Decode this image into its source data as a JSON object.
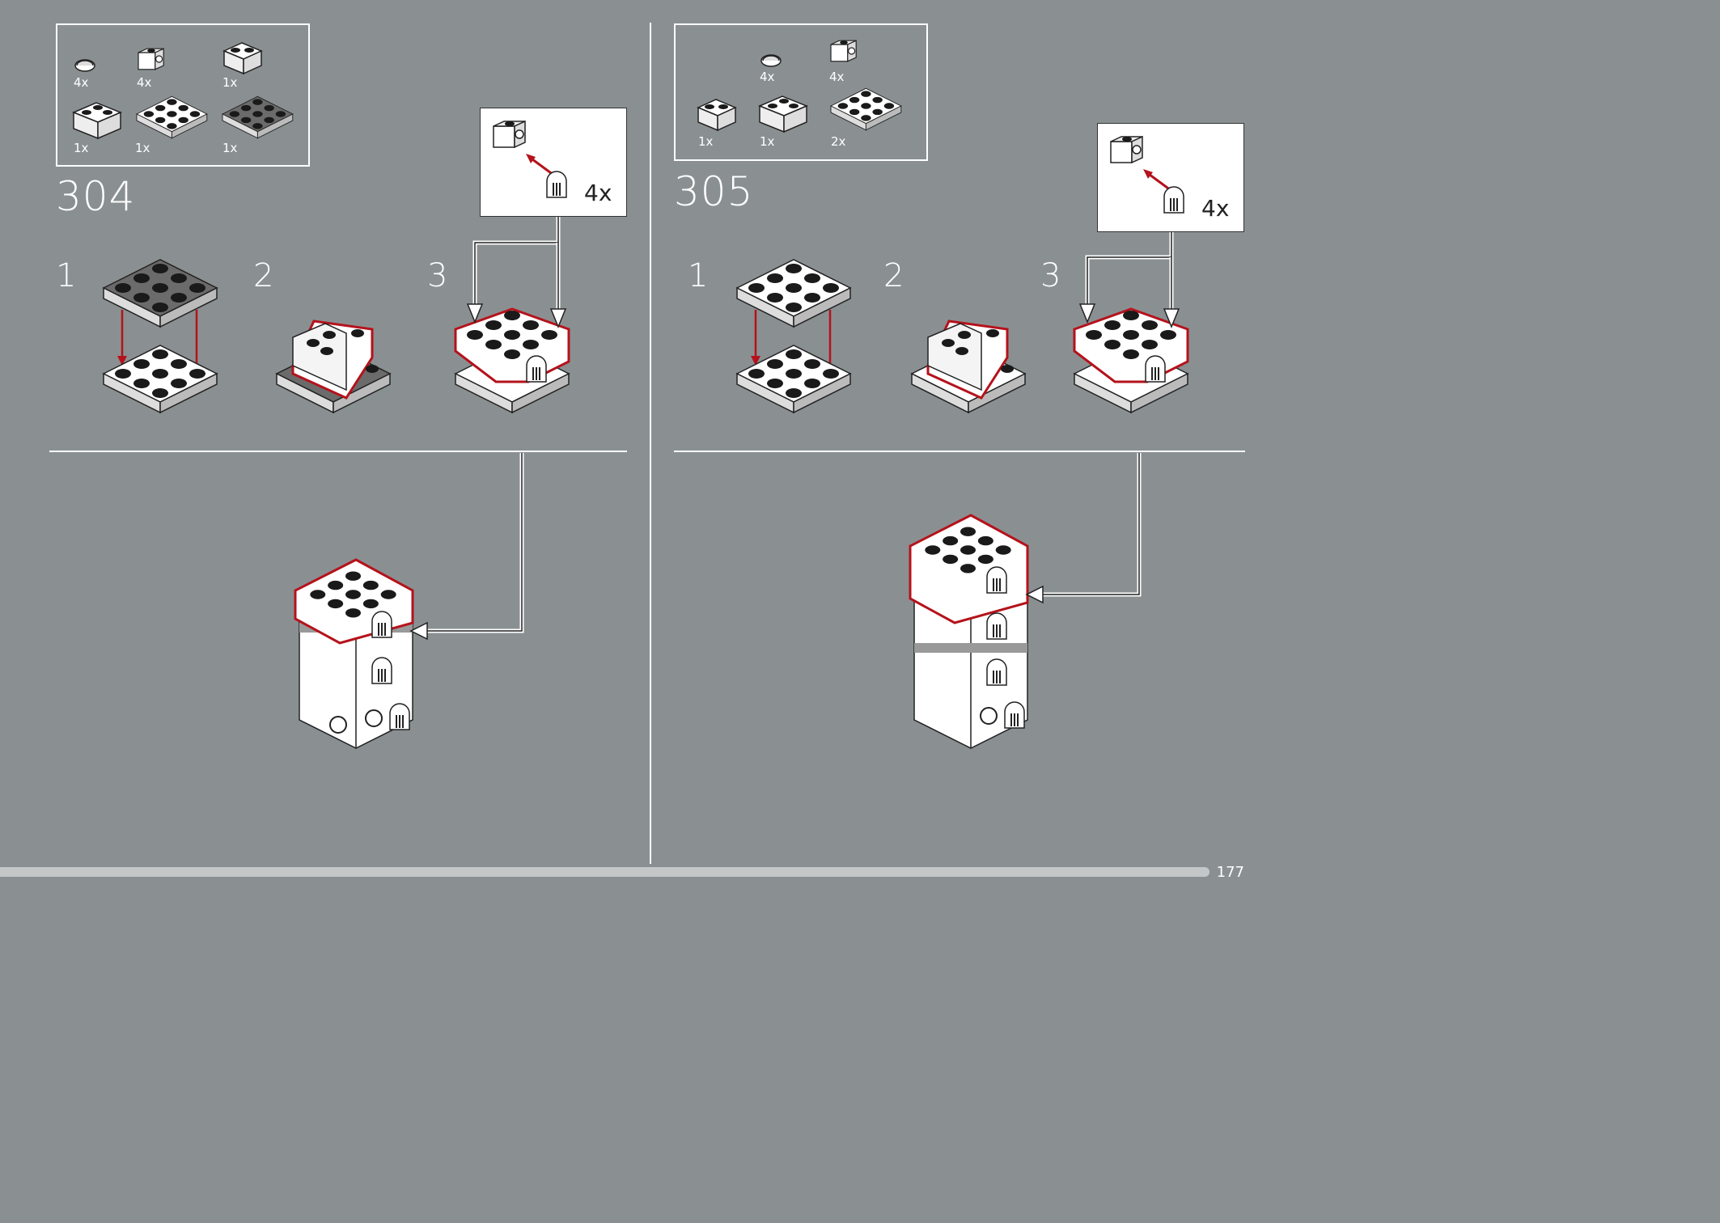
{
  "page_number": "177",
  "steps": [
    {
      "number": "304",
      "parts": [
        {
          "qty": "4x",
          "name": "curved-tile-part"
        },
        {
          "qty": "4x",
          "name": "bracket-brick-part"
        },
        {
          "qty": "1x",
          "name": "brick-1x2-part"
        },
        {
          "qty": "1x",
          "name": "corner-brick-part"
        },
        {
          "qty": "1x",
          "name": "white-plate-3x3-part"
        },
        {
          "qty": "1x",
          "name": "dark-plate-3x3-part"
        }
      ],
      "substeps": [
        "1",
        "2",
        "3"
      ],
      "callout_qty": "4x"
    },
    {
      "number": "305",
      "parts": [
        {
          "qty": "4x",
          "name": "curved-tile-part"
        },
        {
          "qty": "4x",
          "name": "bracket-brick-part"
        },
        {
          "qty": "1x",
          "name": "brick-1x2-part"
        },
        {
          "qty": "1x",
          "name": "corner-brick-part"
        },
        {
          "qty": "2x",
          "name": "white-plate-3x3-part"
        }
      ],
      "substeps": [
        "1",
        "2",
        "3"
      ],
      "callout_qty": "4x"
    }
  ],
  "colors": {
    "background": "#8a9092",
    "highlight": "#b5121b",
    "dark_brick": "#6b6b6b",
    "white_brick": "#ffffff",
    "stud_black": "#1a1a1a"
  }
}
